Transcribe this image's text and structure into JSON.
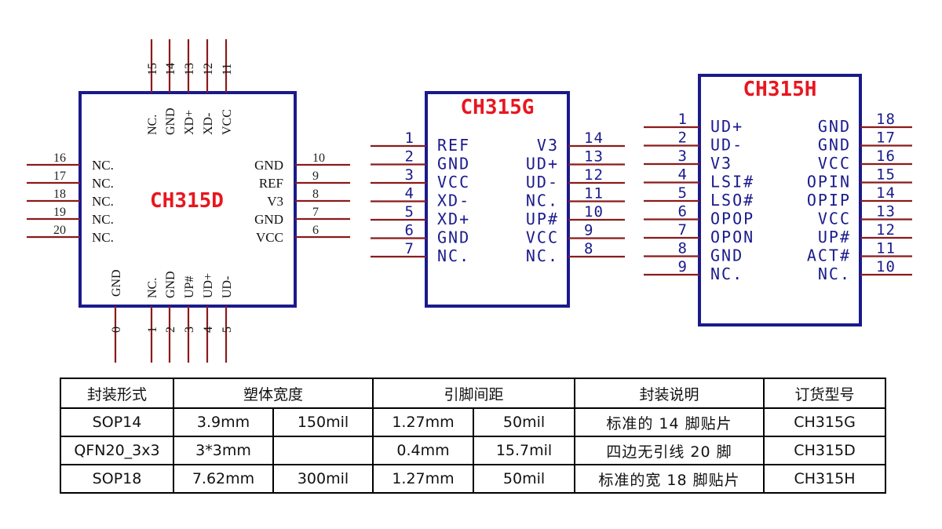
{
  "colors": {
    "pin_line": "#8b1a1a",
    "chip_outline": "#1a1a8c",
    "chip_title": "#e8161f",
    "pin_text": "#1a1a8c"
  },
  "chips": {
    "d": {
      "title": "CH315D",
      "top_pins": [
        {
          "num": "15",
          "name": "NC."
        },
        {
          "num": "14",
          "name": "GND"
        },
        {
          "num": "13",
          "name": "XD+"
        },
        {
          "num": "12",
          "name": "XD-"
        },
        {
          "num": "11",
          "name": "VCC"
        }
      ],
      "bottom_pins": [
        {
          "num": "0",
          "name": "GND"
        },
        {
          "num": "1",
          "name": "NC."
        },
        {
          "num": "2",
          "name": "GND"
        },
        {
          "num": "3",
          "name": "UP#"
        },
        {
          "num": "4",
          "name": "UD+"
        },
        {
          "num": "5",
          "name": "UD-"
        }
      ],
      "left_pins": [
        {
          "num": "16",
          "name": "NC."
        },
        {
          "num": "17",
          "name": "NC."
        },
        {
          "num": "18",
          "name": "NC."
        },
        {
          "num": "19",
          "name": "NC."
        },
        {
          "num": "20",
          "name": "NC."
        }
      ],
      "right_pins": [
        {
          "num": "10",
          "name": "GND"
        },
        {
          "num": "9",
          "name": "REF"
        },
        {
          "num": "8",
          "name": "V3"
        },
        {
          "num": "7",
          "name": "GND"
        },
        {
          "num": "6",
          "name": "VCC"
        }
      ]
    },
    "g": {
      "title": "CH315G",
      "left_pins": [
        {
          "num": "1",
          "name": "REF"
        },
        {
          "num": "2",
          "name": "GND"
        },
        {
          "num": "3",
          "name": "VCC"
        },
        {
          "num": "4",
          "name": "XD-"
        },
        {
          "num": "5",
          "name": "XD+"
        },
        {
          "num": "6",
          "name": "GND"
        },
        {
          "num": "7",
          "name": "NC."
        }
      ],
      "right_pins": [
        {
          "num": "14",
          "name": "V3"
        },
        {
          "num": "13",
          "name": "UD+"
        },
        {
          "num": "12",
          "name": "UD-"
        },
        {
          "num": "11",
          "name": "NC."
        },
        {
          "num": "10",
          "name": "UP#"
        },
        {
          "num": "9",
          "name": "VCC"
        },
        {
          "num": "8",
          "name": "NC."
        }
      ]
    },
    "h": {
      "title": "CH315H",
      "left_pins": [
        {
          "num": "1",
          "name": "UD+"
        },
        {
          "num": "2",
          "name": "UD-"
        },
        {
          "num": "3",
          "name": "V3"
        },
        {
          "num": "4",
          "name": "LSI#"
        },
        {
          "num": "5",
          "name": "LSO#"
        },
        {
          "num": "6",
          "name": "OPOP"
        },
        {
          "num": "7",
          "name": "OPON"
        },
        {
          "num": "8",
          "name": "GND"
        },
        {
          "num": "9",
          "name": "NC."
        }
      ],
      "right_pins": [
        {
          "num": "18",
          "name": "GND"
        },
        {
          "num": "17",
          "name": "GND"
        },
        {
          "num": "16",
          "name": "VCC"
        },
        {
          "num": "15",
          "name": "OPIN"
        },
        {
          "num": "14",
          "name": "OPIP"
        },
        {
          "num": "13",
          "name": "VCC"
        },
        {
          "num": "12",
          "name": "UP#"
        },
        {
          "num": "11",
          "name": "ACT#"
        },
        {
          "num": "10",
          "name": "NC."
        }
      ]
    }
  },
  "table": {
    "headers": [
      "封装形式",
      "塑体宽度",
      "引脚间距",
      "封装说明",
      "订货型号"
    ],
    "rows": [
      [
        "SOP14",
        "3.9mm",
        "150mil",
        "1.27mm",
        "50mil",
        "标准的 14 脚贴片",
        "CH315G"
      ],
      [
        "QFN20_3x3",
        "3*3mm",
        "",
        "0.4mm",
        "15.7mil",
        "四边无引线 20 脚",
        "CH315D"
      ],
      [
        "SOP18",
        "7.62mm",
        "300mil",
        "1.27mm",
        "50mil",
        "标准的宽 18 脚贴片",
        "CH315H"
      ]
    ]
  }
}
